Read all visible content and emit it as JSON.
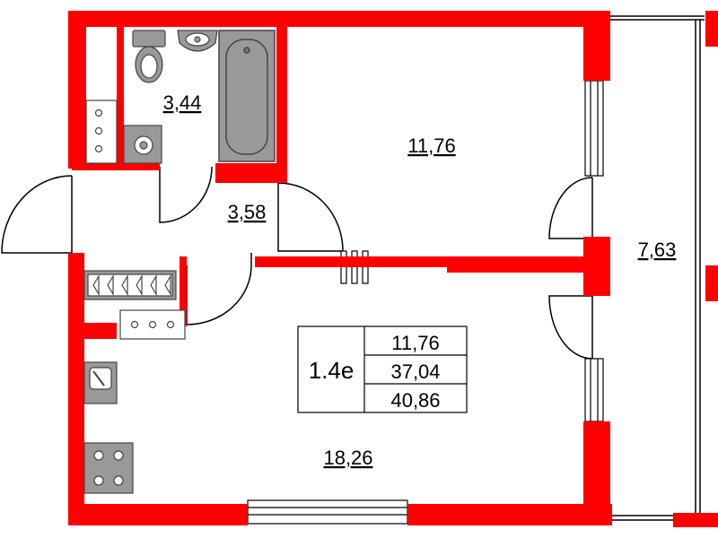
{
  "colors": {
    "wall": "#ff0000",
    "fixture_fill": "#999999",
    "fixture_stroke": "#444444",
    "line": "#000000",
    "background": "#ffffff"
  },
  "rooms": [
    {
      "name": "bathroom",
      "area": "3,44"
    },
    {
      "name": "room",
      "area": "11,76"
    },
    {
      "name": "hallway",
      "area": "3,58"
    },
    {
      "name": "balcony",
      "area": "7,63"
    },
    {
      "name": "kitchen",
      "area": "18,26"
    }
  ],
  "summary": {
    "type": "1.4е",
    "living_area": "11,76",
    "total_area": "37,04",
    "full_area": "40,86"
  },
  "icons": [
    "toilet-icon",
    "sink-icon",
    "bathtub-icon",
    "washing-machine-icon",
    "radiator-icon",
    "kitchen-sink-icon",
    "stove-icon"
  ]
}
